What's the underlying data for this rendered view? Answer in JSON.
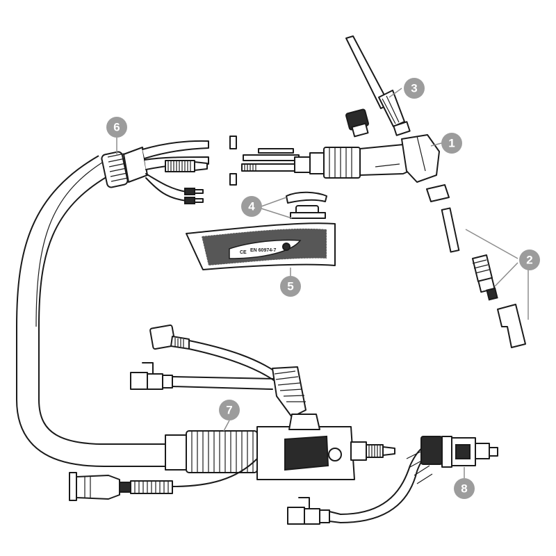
{
  "callouts": [
    "1",
    "2",
    "3",
    "4",
    "5",
    "6",
    "7",
    "8"
  ],
  "handle_marking": {
    "ce_mark": "CE",
    "standard": "EN 60974-7"
  }
}
